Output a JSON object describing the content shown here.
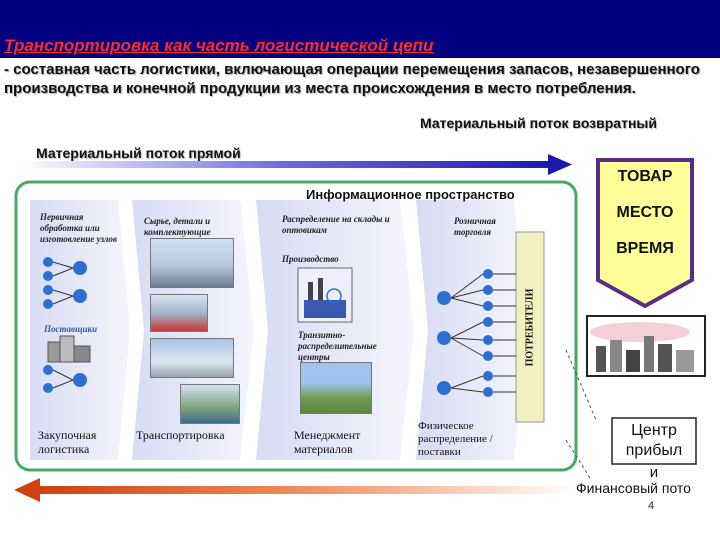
{
  "header": {
    "title": "Транспортировка как часть логистической цепи"
  },
  "definition": "- составная часть логистики, включающая операции перемещения запасов, незавершенного производства и конечной продукции из места происхождения в место потребления.",
  "flows": {
    "reverse": "Материальный поток возвратный",
    "direct": "Материальный поток прямой"
  },
  "info_space": "Информационное пространство",
  "stages_top": {
    "primary": "Первичная обработка или изготовление узлов",
    "raw": "Сырье, детали и комплектующие",
    "distribution": "Распределение на склады и оптовикам",
    "retail": "Розничная торговля",
    "production": "Производство",
    "transit": "Транзитно-распределительные центры",
    "suppliers": "Поставщики"
  },
  "stages_bottom": {
    "purchase": "Закупочная логистика",
    "transport": "Транспортировка",
    "materials": "Менеджмент материалов",
    "physical": "Физическое распределение /поставки"
  },
  "consumers": "ПОТРЕБИТЕЛИ",
  "badge": {
    "goods": "ТОВАР",
    "place": "МЕСТО",
    "time": "ВРЕМЯ"
  },
  "profit": {
    "line1": "Центр",
    "line2": "прибыл",
    "line3": "и",
    "line4": "Финансовый пото"
  },
  "page_number": "4",
  "colors": {
    "title_bg": "#000080",
    "title_text": "#ff2a2a",
    "arrow_blue": "#2020c0",
    "arrow_orange": "#e05010",
    "frame_green": "#44aa66",
    "badge_purple": "#5a2c86",
    "badge_fill": "#ffff99",
    "node_blue": "#2b6fd0"
  }
}
